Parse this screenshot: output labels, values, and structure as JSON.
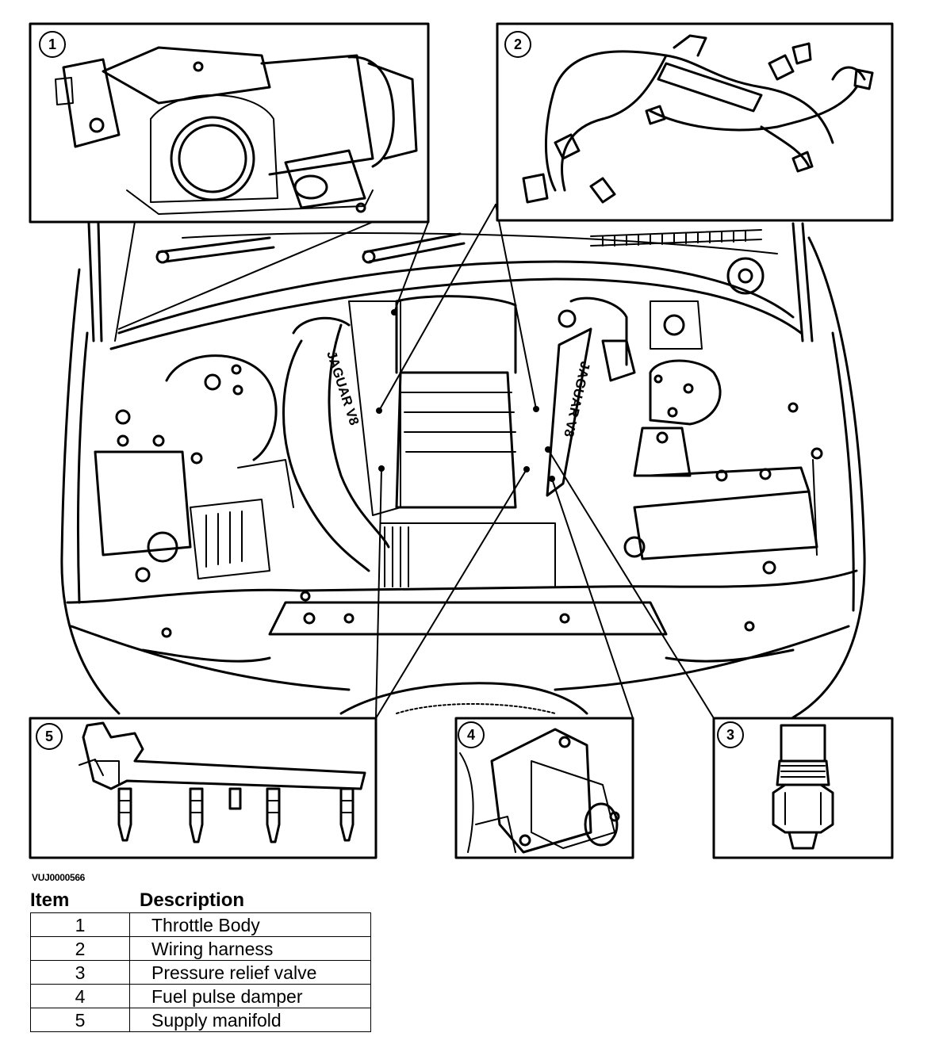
{
  "reference_code": "VUJ0000566",
  "callouts": [
    "1",
    "2",
    "3",
    "4",
    "5"
  ],
  "badges": [
    "JAGUAR V8",
    "JAGUAR V8"
  ],
  "legend": {
    "item_header": "Item",
    "description_header": "Description",
    "rows": [
      {
        "item": "1",
        "description": "Throttle Body"
      },
      {
        "item": "2",
        "description": "Wiring harness"
      },
      {
        "item": "3",
        "description": "Pressure relief valve"
      },
      {
        "item": "4",
        "description": "Fuel pulse damper"
      },
      {
        "item": "5",
        "description": "Supply manifold"
      }
    ]
  }
}
